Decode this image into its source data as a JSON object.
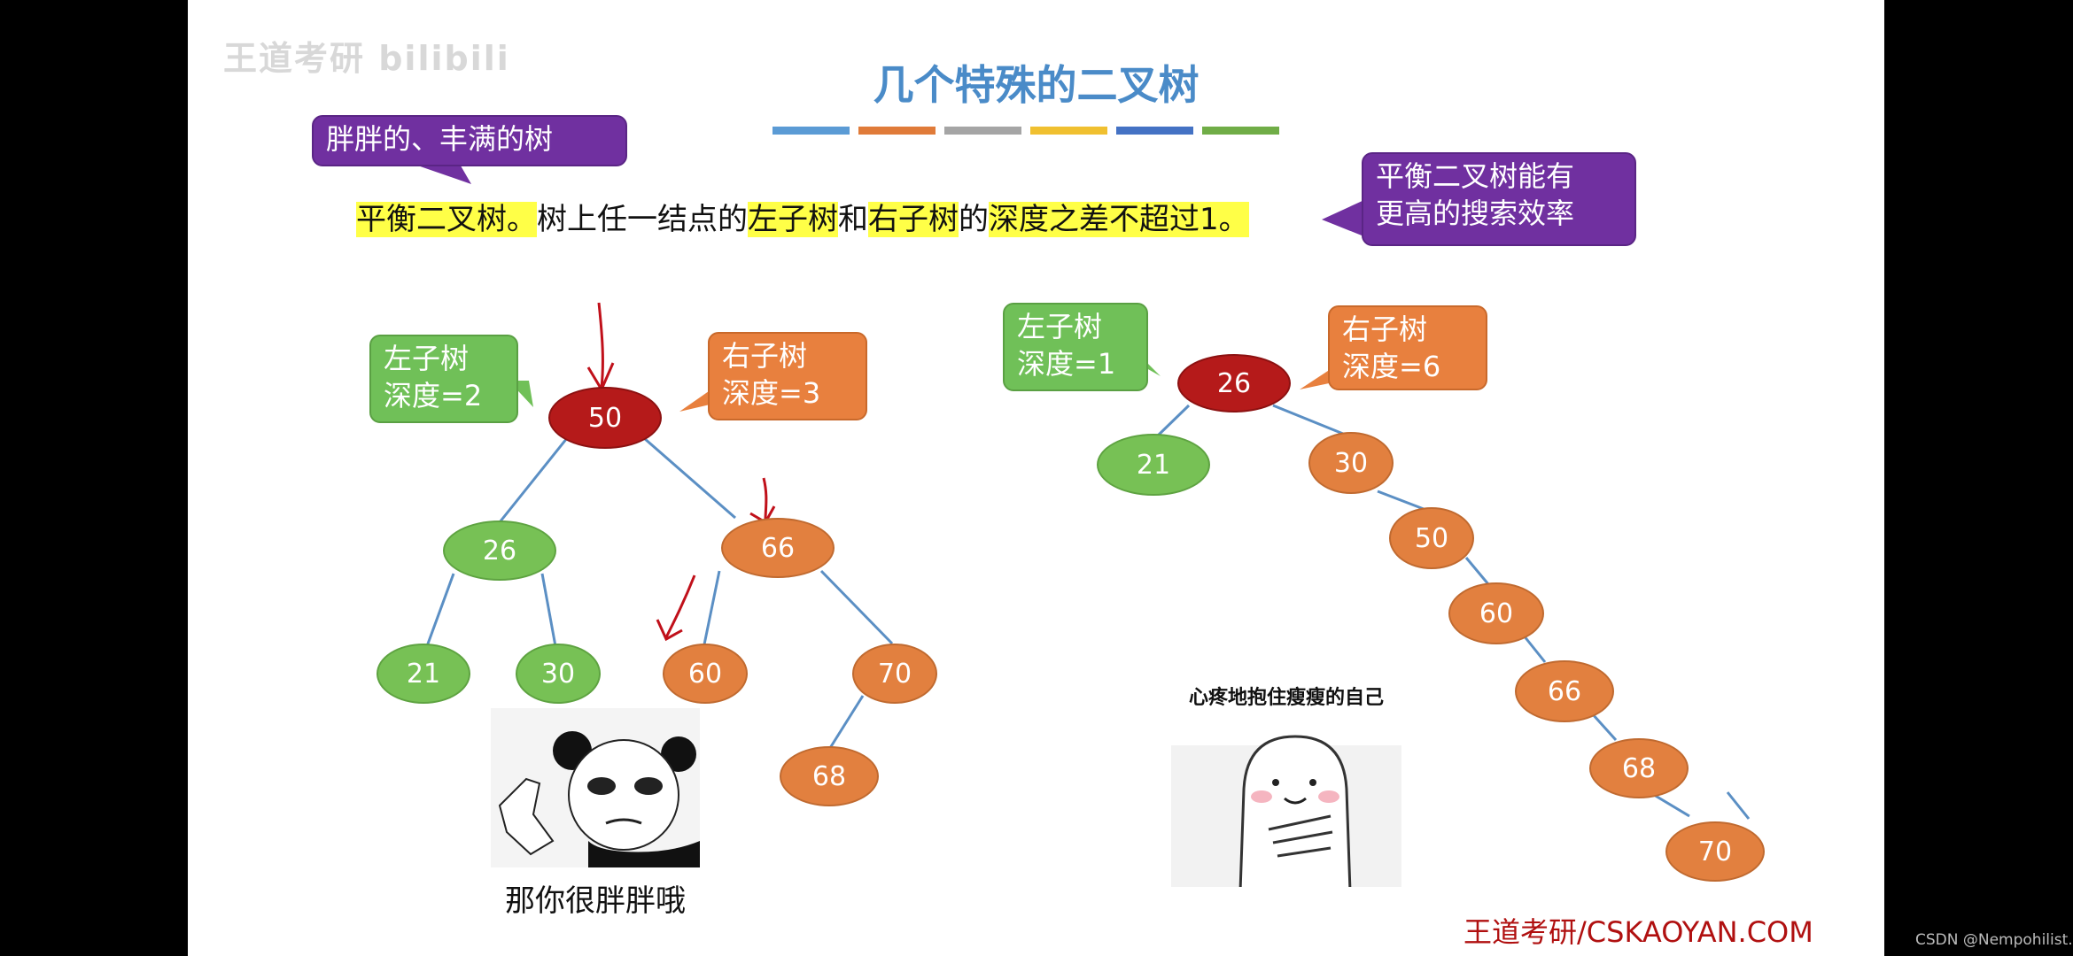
{
  "watermark": "王道考研 bilibili",
  "title": "几个特殊的二叉树",
  "divider_colors": [
    "#5b9bd5",
    "#e07b39",
    "#a5a5a5",
    "#f0c030",
    "#4472c4",
    "#70ad47"
  ],
  "callout_top": "胖胖的、丰满的树",
  "statement": {
    "part1": "平衡二叉树。",
    "part2": "树上任一结点的",
    "part3": "左子树",
    "part4": "和",
    "part5": "右子树",
    "part6": "的",
    "part7": "深度之差",
    "part8": "不超过1。"
  },
  "callout_right": {
    "line1": "平衡二叉树能有",
    "line2": "更高的搜索效率"
  },
  "left_tree": {
    "left_label": {
      "line1": "左子树",
      "line2": "深度=2"
    },
    "right_label": {
      "line1": "右子树",
      "line2": "深度=3"
    },
    "nodes": {
      "root": "50",
      "l": "26",
      "r": "66",
      "ll": "21",
      "lr": "30",
      "rl": "60",
      "rr": "70",
      "rrl": "68"
    }
  },
  "right_tree": {
    "left_label": {
      "line1": "左子树",
      "line2": "深度=1"
    },
    "right_label": {
      "line1": "右子树",
      "line2": "深度=6"
    },
    "nodes": {
      "root": "26",
      "l": "21",
      "c1": "30",
      "c2": "50",
      "c3": "60",
      "c4": "66",
      "c5": "68",
      "c6": "70"
    }
  },
  "meme_left_caption": "那你很胖胖哦",
  "meme_right_caption": "心疼地抱住瘦瘦的自己",
  "footer": "王道考研/CSKAOYAN.COM",
  "csdn_credit": "CSDN @Nempohilist."
}
